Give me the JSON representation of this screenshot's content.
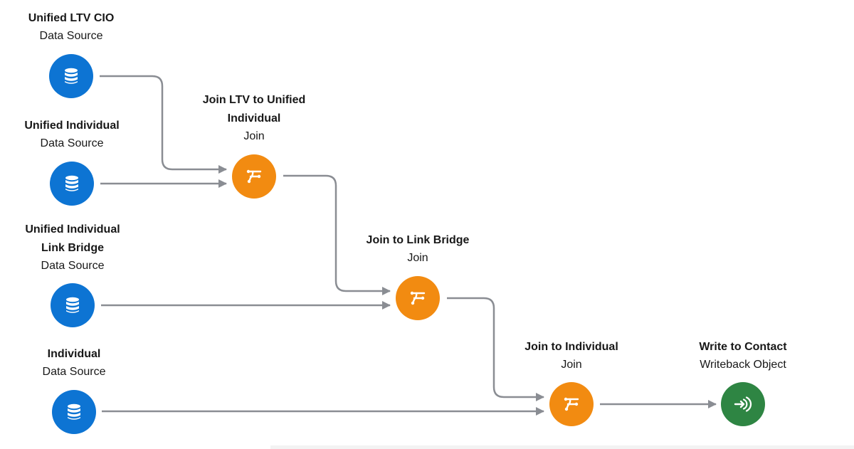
{
  "flow": {
    "nodes": [
      {
        "id": "n1",
        "title": "Unified LTV CIO",
        "type_label": "Data Source",
        "kind": "source",
        "icon": "database-icon"
      },
      {
        "id": "n2",
        "title": "Unified Individual",
        "type_label": "Data Source",
        "kind": "source",
        "icon": "database-icon"
      },
      {
        "id": "n3",
        "title": "Unified Individual Link Bridge",
        "type_label": "Data Source",
        "kind": "source",
        "icon": "database-icon"
      },
      {
        "id": "n4",
        "title": "Individual",
        "type_label": "Data Source",
        "kind": "source",
        "icon": "database-icon"
      },
      {
        "id": "n5",
        "title": "Join LTV to Unified Individual",
        "type_label": "Join",
        "kind": "join",
        "icon": "join-icon"
      },
      {
        "id": "n6",
        "title": "Join to Link Bridge",
        "type_label": "Join",
        "kind": "join",
        "icon": "join-icon"
      },
      {
        "id": "n7",
        "title": "Join to Individual",
        "type_label": "Join",
        "kind": "join",
        "icon": "join-icon"
      },
      {
        "id": "n8",
        "title": "Write to Contact",
        "type_label": "Writeback Object",
        "kind": "write",
        "icon": "writeback-icon"
      }
    ],
    "edges": [
      {
        "from": "n1",
        "to": "n5"
      },
      {
        "from": "n2",
        "to": "n5"
      },
      {
        "from": "n5",
        "to": "n6"
      },
      {
        "from": "n3",
        "to": "n6"
      },
      {
        "from": "n6",
        "to": "n7"
      },
      {
        "from": "n4",
        "to": "n7"
      },
      {
        "from": "n7",
        "to": "n8"
      }
    ]
  },
  "colors": {
    "source": "#0d74d3",
    "join": "#f28b11",
    "write": "#2e8543",
    "connector": "#8a8d93"
  }
}
